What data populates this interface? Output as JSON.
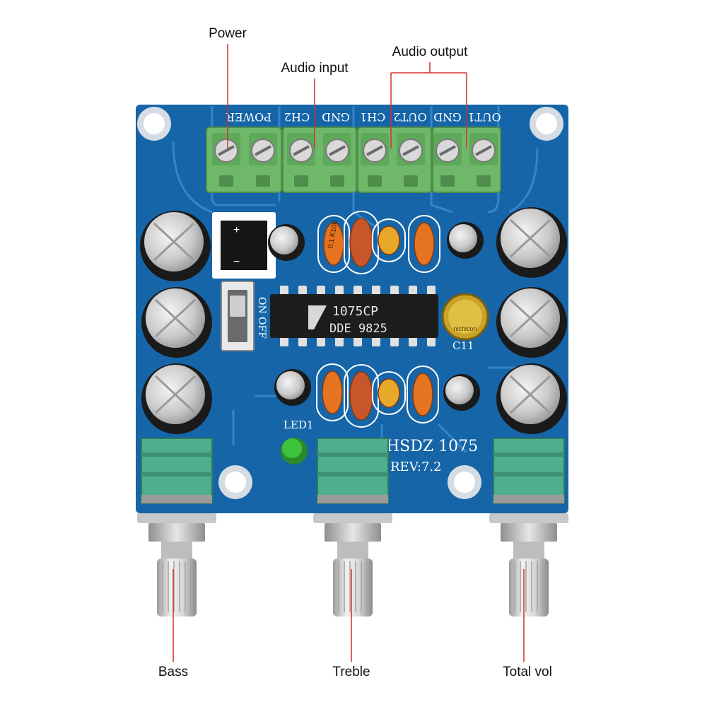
{
  "callouts": {
    "power": "Power",
    "audio_input": "Audio input",
    "audio_output": "Audio output",
    "bass": "Bass",
    "treble": "Treble",
    "total_vol": "Total vol"
  },
  "board": {
    "terminal_labels": {
      "power": "POWER",
      "ch2": "CH2",
      "gnd_in": "GND",
      "ch1": "CH1",
      "out2": "OUT2",
      "gnd_out": "GND",
      "out1": "OUT1"
    },
    "switch_on": "ON",
    "switch_off": "OFF",
    "chip_line1": "1075CP",
    "chip_line2": "DDE 9825",
    "model": "HSDZ 1075",
    "revision": "REV:7.2",
    "led_label": "LED1",
    "cap_label": "C11",
    "film_cap_marking": "0.1 K100",
    "electrolytic_brand": "nichicon"
  },
  "colors": {
    "pcb": "#1565a8",
    "pcb_trace": "#3a8bd0",
    "terminal_green": "#6fb86a",
    "pot_green": "#4fae8d",
    "callout_line": "#d32f2f",
    "led_green": "#3cc43c",
    "film_cap_orange": "#e6731f",
    "ceramic_yellow": "#e8a82a"
  }
}
